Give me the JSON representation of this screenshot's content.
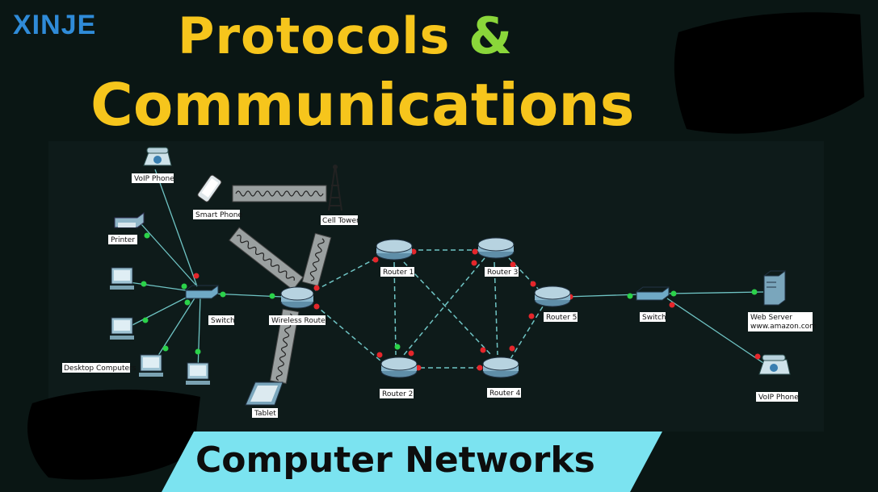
{
  "brand": "XINJE",
  "title": {
    "line1_a": "Protocols",
    "line1_amp": "&",
    "line2": "Communications"
  },
  "banner": "Computer Networks",
  "colors": {
    "background": "#0a1614",
    "title_yellow": "#f6c51c",
    "amp_green": "#8ad63a",
    "brand_blue": "#2f8bd8",
    "banner_cyan": "#7be3f0",
    "link_active": "#2bd24a",
    "link_down": "#e5262b"
  },
  "devices": {
    "voip1": {
      "label": "VoIP Phone",
      "icon": "voip-phone-icon"
    },
    "smartphone": {
      "label": "Smart Phone",
      "icon": "smart-phone-icon"
    },
    "tower": {
      "label": "Cell Tower",
      "icon": "cell-tower-icon"
    },
    "printer": {
      "label": "Printer",
      "icon": "printer-icon"
    },
    "switch1": {
      "label": "Switch",
      "icon": "switch-icon"
    },
    "desktops": {
      "label": "Desktop Computers",
      "icon": "desktop-computer-icon"
    },
    "wrouter": {
      "label": "Wireless Router",
      "icon": "wireless-router-icon"
    },
    "tablet": {
      "label": "Tablet",
      "icon": "tablet-icon"
    },
    "router1": {
      "label": "Router 1",
      "icon": "router-icon"
    },
    "router2": {
      "label": "Router 2",
      "icon": "router-icon"
    },
    "router3": {
      "label": "Router 3",
      "icon": "router-icon"
    },
    "router4": {
      "label": "Router 4",
      "icon": "router-icon"
    },
    "router5": {
      "label": "Router 5",
      "icon": "router-icon"
    },
    "switch2": {
      "label": "Switch",
      "icon": "switch-icon"
    },
    "webserver": {
      "label_line1": "Web Server",
      "label_line2": "www.amazon.com",
      "icon": "server-icon"
    },
    "voip2": {
      "label": "VoIP Phone",
      "icon": "voip-phone-icon"
    }
  }
}
